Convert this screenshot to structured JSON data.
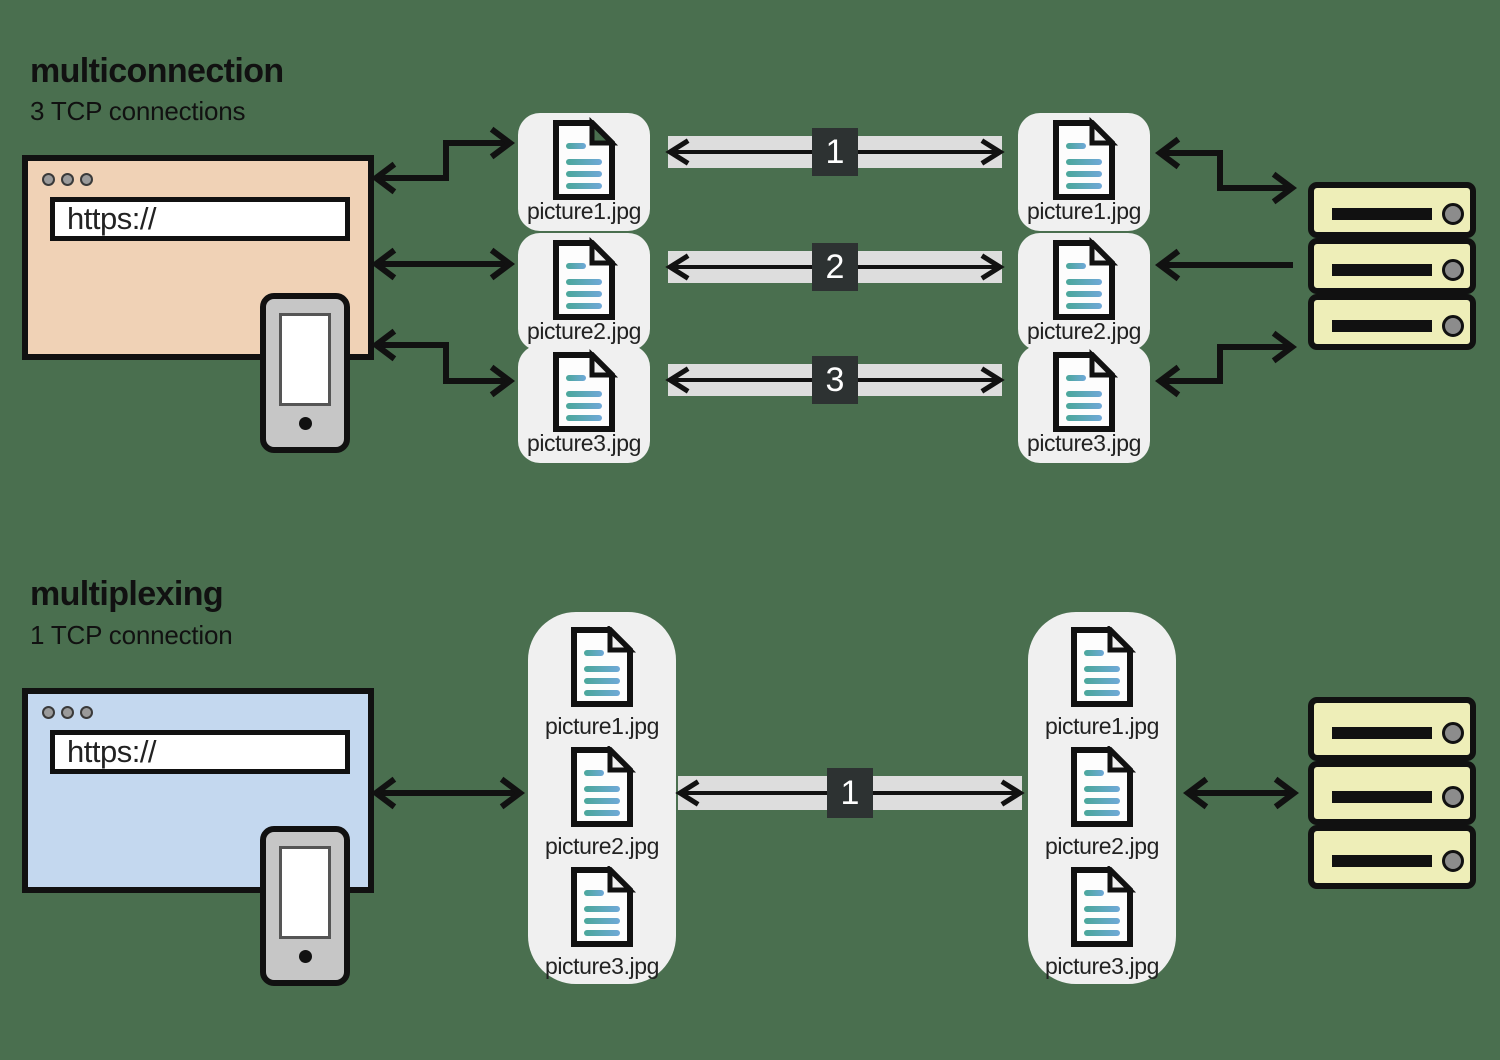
{
  "background_color": "#4a6f4f",
  "sections": [
    {
      "id": "multiconnection",
      "title": "multiconnection",
      "subtitle": "3 TCP connections",
      "browser": {
        "fill_color": "#f0d2b6",
        "url_value": "https://",
        "dots": [
          "window-dot",
          "window-dot",
          "window-dot"
        ]
      },
      "phone": {
        "body_color": "#c6c6c6",
        "screen_color": "#ffffff"
      },
      "client_files": [
        {
          "label": "picture1.jpg"
        },
        {
          "label": "picture2.jpg"
        },
        {
          "label": "picture3.jpg"
        }
      ],
      "connections": [
        {
          "badge": "1"
        },
        {
          "badge": "2"
        },
        {
          "badge": "3"
        }
      ],
      "server_files": [
        {
          "label": "picture1.jpg"
        },
        {
          "label": "picture2.jpg"
        },
        {
          "label": "picture3.jpg"
        }
      ],
      "server": {
        "fill_color": "#eeeeb8",
        "units": 3
      }
    },
    {
      "id": "multiplexing",
      "title": "multiplexing",
      "subtitle": "1 TCP connection",
      "browser": {
        "fill_color": "#c4d8ef",
        "url_value": "https://",
        "dots": [
          "window-dot",
          "window-dot",
          "window-dot"
        ]
      },
      "phone": {
        "body_color": "#c6c6c6",
        "screen_color": "#ffffff"
      },
      "client_files": [
        {
          "label": "picture1.jpg"
        },
        {
          "label": "picture2.jpg"
        },
        {
          "label": "picture3.jpg"
        }
      ],
      "connections": [
        {
          "badge": "1"
        }
      ],
      "server_files": [
        {
          "label": "picture1.jpg"
        },
        {
          "label": "picture2.jpg"
        },
        {
          "label": "picture3.jpg"
        }
      ],
      "server": {
        "fill_color": "#eeeeb8",
        "units": 3
      }
    }
  ],
  "palette": {
    "ink": "#111111",
    "pipe_band": "#dddddd",
    "badge_bg": "#2d3232",
    "badge_fg": "#ffffff",
    "card_bg": "#f0f0f0",
    "doc_line_from": "#4aa79a",
    "doc_line_to": "#6fa8d8",
    "server_fill": "#eeeeb8",
    "browser_top_fill": "#f0d2b6",
    "browser_bottom_fill": "#c4d8ef"
  },
  "icons": {
    "document": "document-icon",
    "server": "server-icon",
    "phone": "phone-icon",
    "browser": "browser-window-icon",
    "arrow": "arrow-icon"
  }
}
